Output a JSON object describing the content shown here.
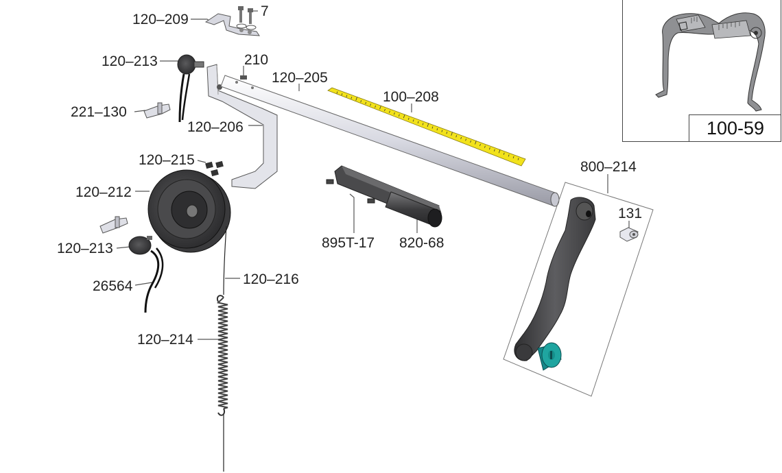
{
  "parts": {
    "p120_209": "120–209",
    "p7": "7",
    "p120_213_top": "120–213",
    "p210": "210",
    "p120_205": "120–205",
    "p100_208": "100–208",
    "p221_130": "221–130",
    "p120_206": "120–206",
    "p120_215": "120–215",
    "p120_212": "120–212",
    "p120_213_bottom": "120–213",
    "p26564": "26564",
    "p120_216": "120–216",
    "p120_214": "120–214",
    "p895T_17": "895T-17",
    "p820_68": "820-68",
    "p800_214": "800–214",
    "p131": "131"
  },
  "inset": {
    "code": "100-59"
  },
  "colors": {
    "ruler": "#f2e21c",
    "arm": "#4a4a4c",
    "knob": "#1fa5a0",
    "rod": "#e9eaf0",
    "pulley": "#3a3a3c"
  }
}
